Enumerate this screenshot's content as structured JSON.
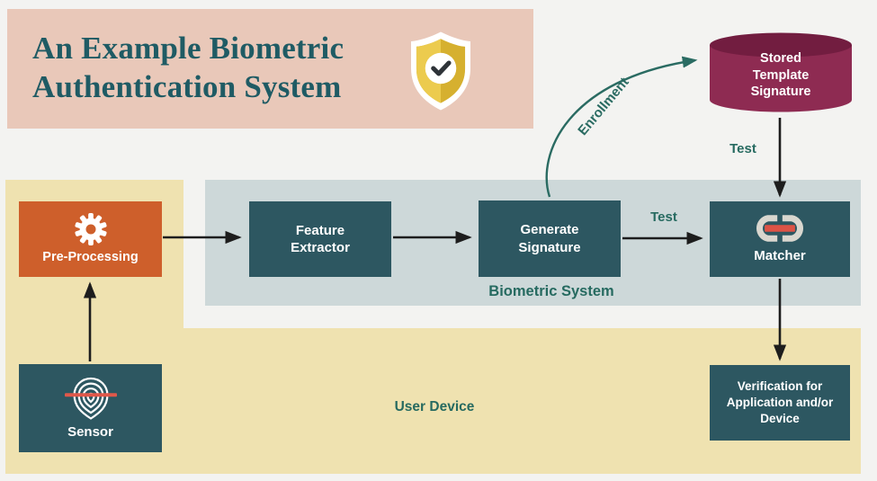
{
  "header": {
    "title": "An Example Biometric\nAuthentication System",
    "shield_icon": "shield-check-icon"
  },
  "panels": {
    "biometric_system_label": "Biometric System",
    "user_device_label": "User Device"
  },
  "nodes": {
    "sensor": {
      "label": "Sensor",
      "icon": "fingerprint-icon"
    },
    "pre_processing": {
      "label": "Pre-Processing",
      "icon": "gear-icon"
    },
    "feature_extractor": {
      "label": "Feature\nExtractor"
    },
    "generate_signature": {
      "label": "Generate\nSignature"
    },
    "matcher": {
      "label": "Matcher",
      "icon": "link-icon"
    },
    "stored_template_signature": {
      "label": "Stored\nTemplate\nSignature"
    },
    "verification": {
      "label": "Verification for\nApplication and/or\nDevice"
    }
  },
  "edges": {
    "enrollment_label": "Enrollment",
    "test_store_label": "Test",
    "test_match_label": "Test"
  },
  "colors": {
    "background": "#f3f3f1",
    "banner_pink": "#e9c8b9",
    "title_teal": "#1f5b64",
    "label_teal": "#266a60",
    "panel_gray": "#cdd8d9",
    "panel_beige": "#efe2b0",
    "node_teal": "#2d5761",
    "node_orange": "#ce5f2b",
    "cylinder_body": "#8e2b52",
    "cylinder_top": "#721d40",
    "accent_red": "#e0584a",
    "shield_gold_light": "#eccb4e",
    "shield_gold_dark": "#d6b02f",
    "arrow_black": "#1d1d1d"
  }
}
